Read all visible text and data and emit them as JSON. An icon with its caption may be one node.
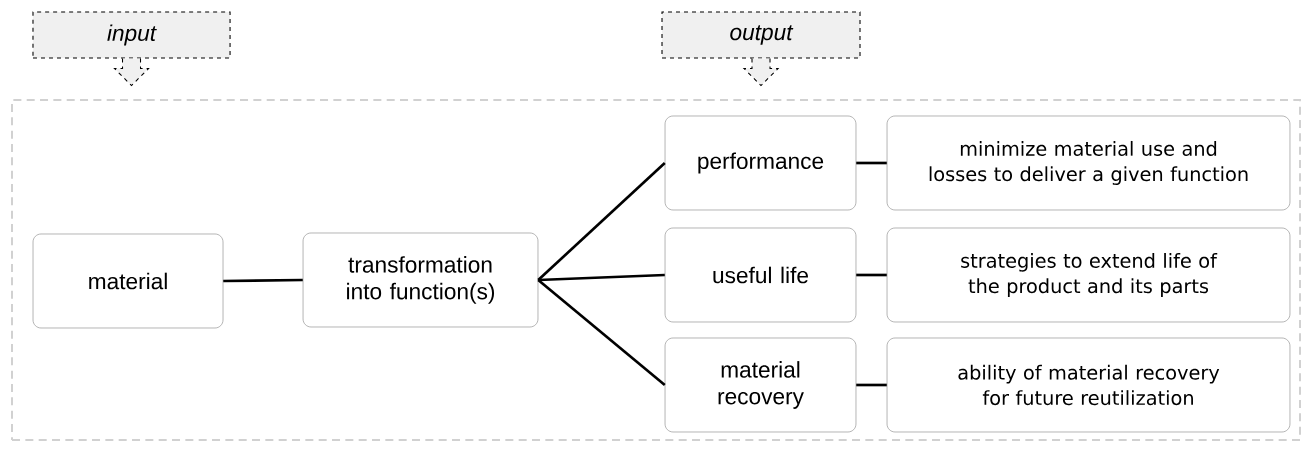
{
  "diagram": {
    "nodes": [
      {
        "text": [
          "input"
        ]
      },
      {
        "text": [
          "output"
        ]
      },
      {
        "text": [],
        "shape": "box"
      },
      {
        "text": [
          "material"
        ],
        "in": 2
      },
      {
        "text": [
          "transformation into function(s)"
        ],
        "in": 2
      },
      {
        "text": [
          "performance"
        ],
        "in": 2
      },
      {
        "text": [
          "useful life"
        ],
        "in": 2
      },
      {
        "text": [
          "material recovery"
        ],
        "in": 2
      },
      {
        "text": [
          "minimize material use and losses to deliver a given function"
        ],
        "in": 2
      },
      {
        "text": [
          "strategies to extend life of the product and its parts"
        ],
        "in": 2
      },
      {
        "text": [
          "ability of material recovery for future reutilization"
        ],
        "in": 2
      }
    ],
    "edges": [
      {
        "from": 3,
        "to": 4,
        "arrow": "none"
      },
      {
        "from": 4,
        "to": 5,
        "arrow": "none"
      },
      {
        "from": 4,
        "to": 6,
        "arrow": "none"
      },
      {
        "from": 4,
        "to": 7,
        "arrow": "none"
      },
      {
        "from": 5,
        "to": 8,
        "arrow": "none"
      },
      {
        "from": 6,
        "to": 9,
        "arrow": "none"
      },
      {
        "from": 7,
        "to": 10,
        "arrow": "none"
      }
    ]
  }
}
